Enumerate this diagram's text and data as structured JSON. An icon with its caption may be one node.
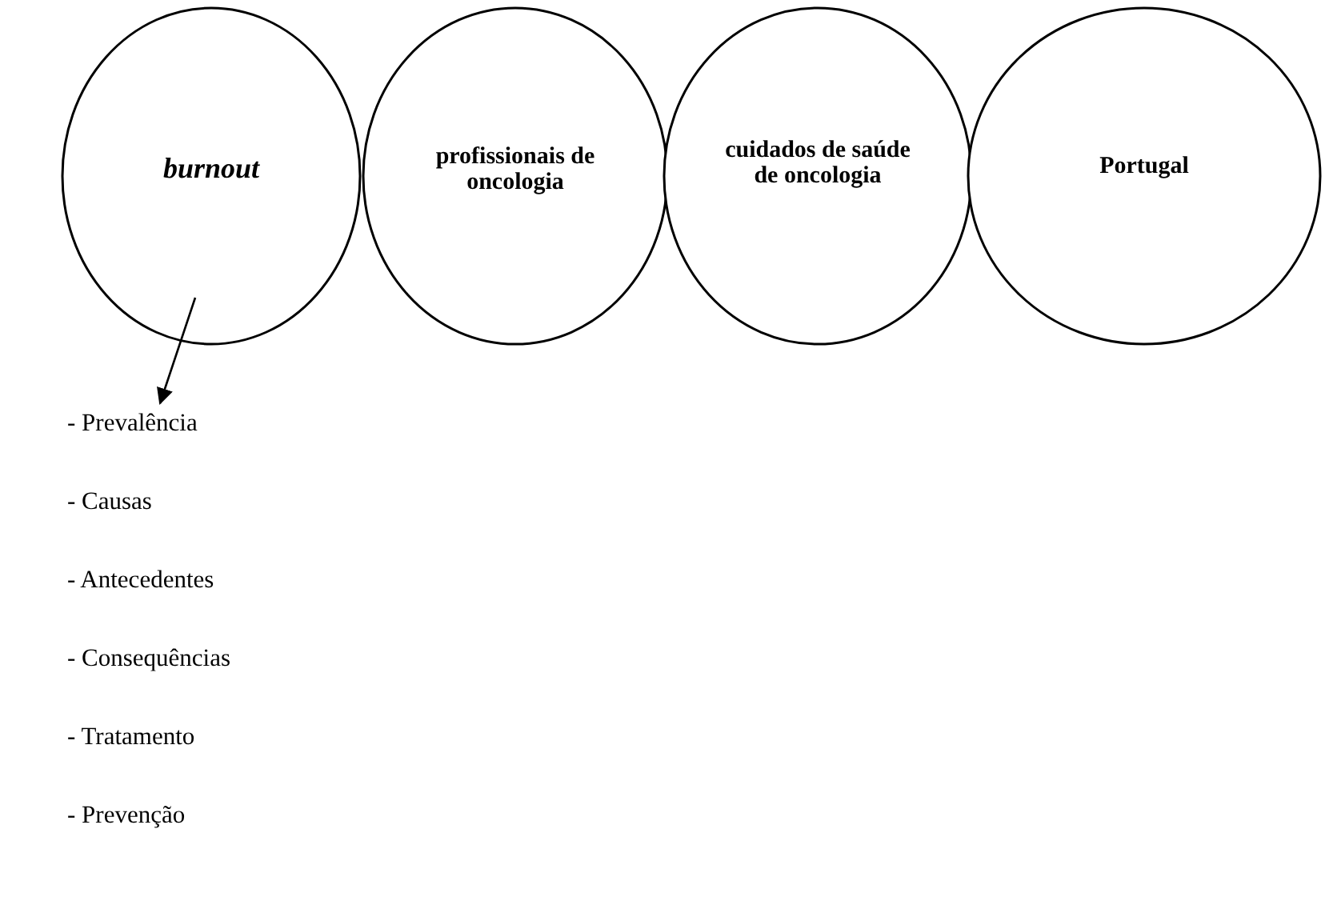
{
  "diagram": {
    "nodes": [
      {
        "text": [
          "burnout"
        ]
      },
      {
        "text": [
          "profissionais de oncologia"
        ]
      },
      {
        "text": [
          "cuidados de saúde de oncologia"
        ]
      },
      {
        "text": [
          "Portugal"
        ]
      },
      {
        "text": [
          "- Prevalência",
          "- Causas",
          "- Antecedentes",
          "- Consequências",
          "- Tratamento",
          "- Prevenção"
        ]
      }
    ],
    "edges": [
      {
        "from": 0,
        "to": 4,
        "arrow": "to"
      }
    ]
  }
}
